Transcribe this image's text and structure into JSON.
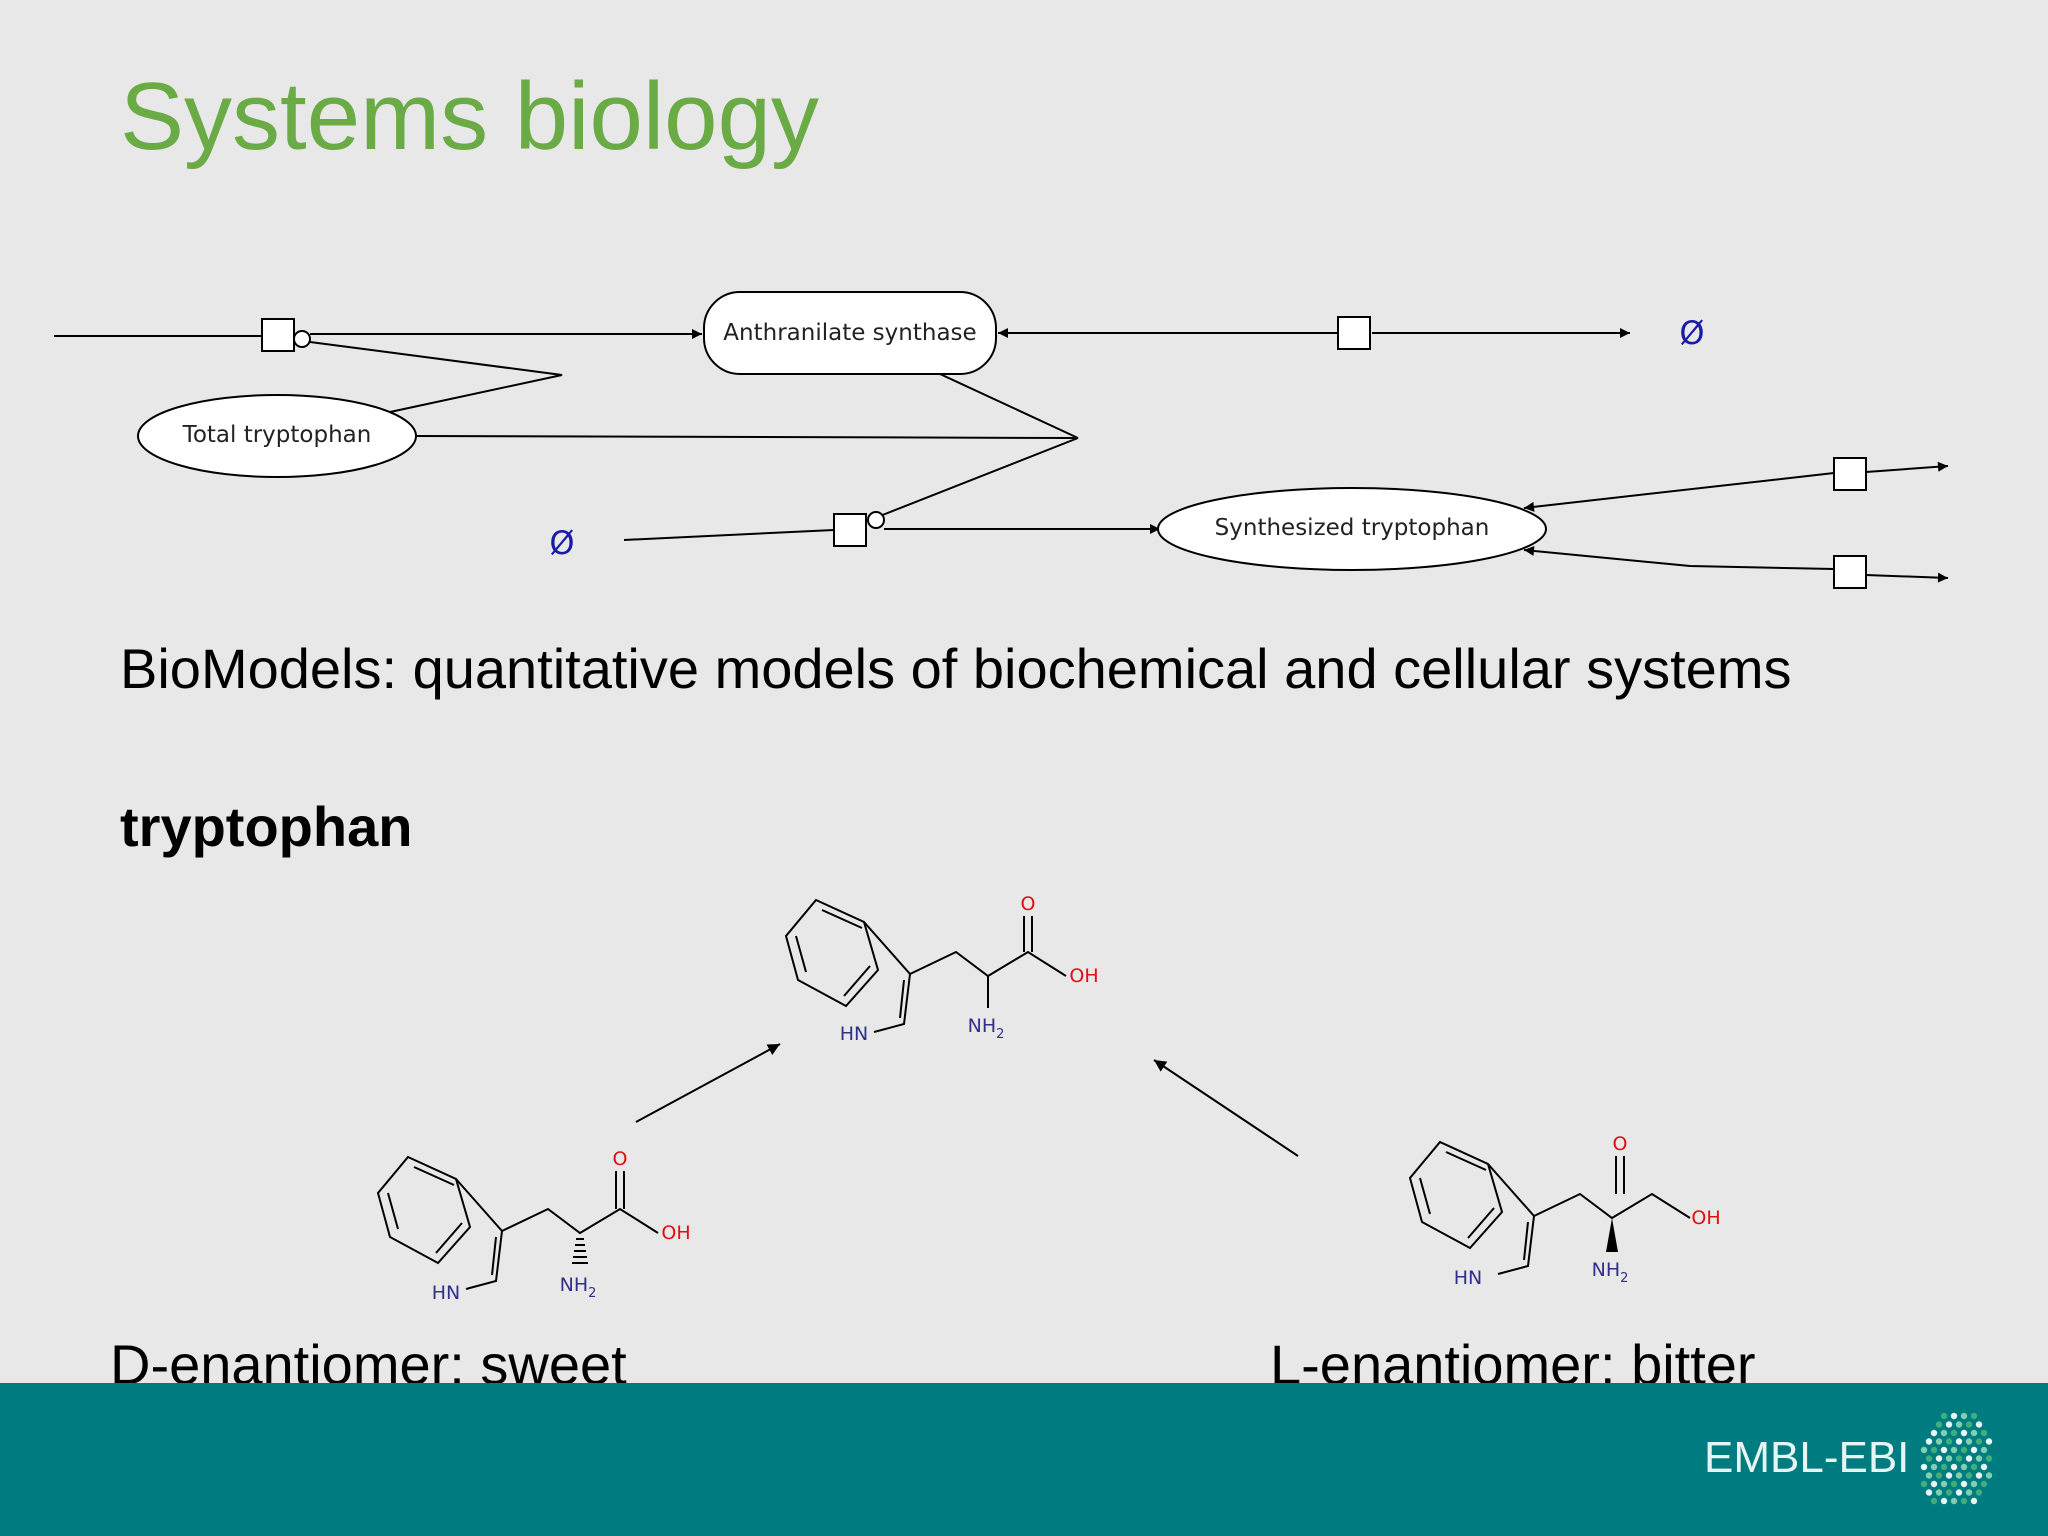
{
  "slide": {
    "title": "Systems biology",
    "subtitle": "BioModels: quantitative models of biochemical and cellular systems",
    "molecule_heading": "tryptophan",
    "caption_d": "D-enantiomer: sweet",
    "caption_l": "L-enantiomer: bitter"
  },
  "pathway": {
    "nodes": {
      "anthranilate_synthase": "Anthranilate synthase",
      "total_tryptophan": "Total tryptophan",
      "synthesized_tryptophan": "Synthesized tryptophan"
    },
    "empty_set_symbol": "Ø",
    "empty_set_color": "#1a1aa8"
  },
  "molecule": {
    "atoms": {
      "oxygen": "O",
      "hydroxyl": "OH",
      "amine_nh": "HN",
      "amino": "NH",
      "amino_subscript": "2"
    },
    "oxygen_color": "#e01010",
    "nitrogen_color": "#30308a"
  },
  "footer": {
    "brand": "EMBL-EBI",
    "background": "#007b80",
    "logo": "embl-ebi-hexagon-dots-logo"
  },
  "colors": {
    "title": "#6aab45",
    "background": "#e8e8e8"
  }
}
